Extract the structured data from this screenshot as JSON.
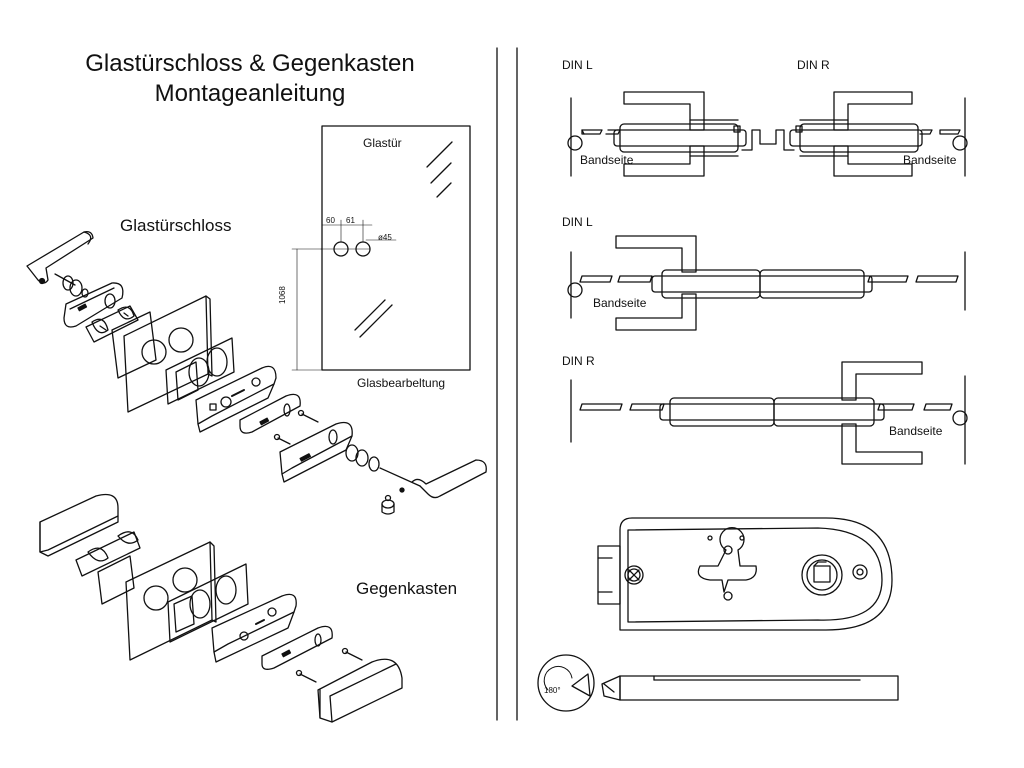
{
  "left": {
    "title_line1": "Glastürschloss  &  Gegenkasten",
    "title_line2": "Montageanleitung",
    "lock_label": "Glastürschloss",
    "strike_label": "Gegenkasten",
    "door": {
      "label": "Glastür",
      "caption": "Glasbearbeltung",
      "dim_60": "60",
      "dim_61": "61",
      "dim_dia": "ø45",
      "dim_1068": "1068"
    }
  },
  "right": {
    "top": {
      "din_l": "DIN  L",
      "din_r": "DIN  R",
      "bandseite_left": "Bandseite",
      "bandseite_right": "Bandseite"
    },
    "middle": {
      "din": "DIN  L",
      "bandseite": "Bandseite"
    },
    "bottom": {
      "din": "DIN  R",
      "bandseite": "Bandseite"
    },
    "rotation": "180°"
  }
}
